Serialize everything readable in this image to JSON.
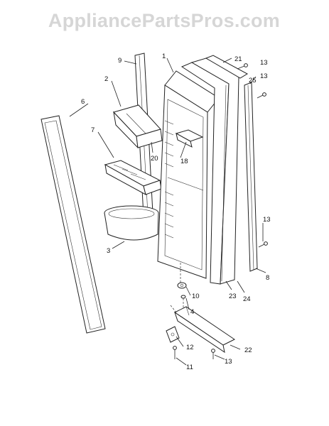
{
  "watermark": "AppliancePartsPros.com",
  "callouts": {
    "c1": "1",
    "c2": "2",
    "c3": "3",
    "c4": "4",
    "c6": "6",
    "c7": "7",
    "c8": "8",
    "c9": "9",
    "c10": "10",
    "c11": "11",
    "c12": "12",
    "c13a": "13",
    "c13b": "13",
    "c13c": "13",
    "c13d": "13",
    "c18": "18",
    "c20": "20",
    "c21": "21",
    "c22": "22",
    "c23": "23",
    "c24": "24",
    "c25": "25"
  }
}
